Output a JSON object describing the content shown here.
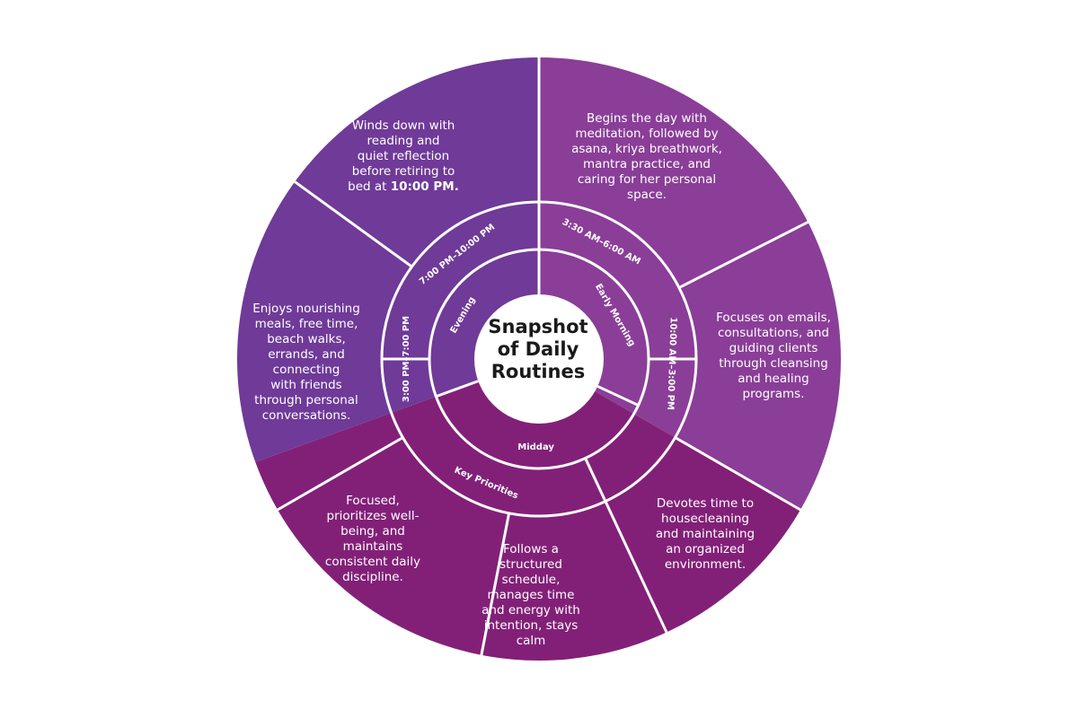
{
  "center": {
    "title_lines": [
      "Snapshot",
      "of Daily",
      "Routines"
    ]
  },
  "colors": {
    "evening": "#6f3a98",
    "early_morning": "#8a3e98",
    "midday": "#822078",
    "divider": "#ffffff",
    "text": "#ffffff",
    "center_fill": "#ffffff",
    "center_text": "#1a1a1a"
  },
  "segments": [
    {
      "id": "evening-wind-down",
      "blurb_lines": [
        "Winds down with",
        "reading and",
        "quiet reflection",
        "before retiring to"
      ],
      "blurb_tail": "bed at ",
      "blurb_bold": "10:00 PM."
    },
    {
      "id": "early-morning-practice",
      "blurb_lines": [
        "Begins the day with",
        "meditation, followed by",
        "asana, kriya breathwork,",
        "mantra practice, and",
        "caring for her personal",
        "space."
      ]
    },
    {
      "id": "late-morning-work",
      "blurb_lines": [
        "Focuses on emails,",
        "consultations, and",
        "guiding clients",
        "through cleansing",
        "and healing",
        "programs."
      ]
    },
    {
      "id": "housecleaning",
      "blurb_lines": [
        "Devotes time to",
        "housecleaning",
        "and maintaining",
        "an organized",
        "environment."
      ]
    },
    {
      "id": "structured-schedule",
      "blurb_lines": [
        "Follows a",
        "structured",
        "schedule,",
        "manages time",
        "and energy with",
        "intention, stays",
        "calm"
      ]
    },
    {
      "id": "key-priorities",
      "blurb_lines": [
        "Focused,",
        "prioritizes well-",
        "being, and",
        "maintains",
        "consistent daily",
        "discipline."
      ]
    },
    {
      "id": "afternoon-leisure",
      "blurb_lines": [
        "Enjoys nourishing",
        "meals, free time,",
        "beach walks,",
        "errands, and",
        "connecting",
        "with friends",
        "through personal",
        "conversations."
      ]
    }
  ],
  "time_labels": [
    "7:00 PM–10:00 PM",
    "3:30 AM–6:00 AM",
    "10:00 AM–3:00 PM",
    "Key Priorities",
    "3:00 PM–7:00 PM"
  ],
  "period_labels": [
    "Evening",
    "Early Morning",
    "Midday"
  ]
}
